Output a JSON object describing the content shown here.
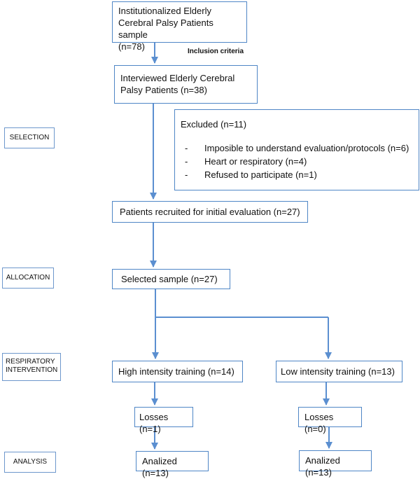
{
  "stages": {
    "selection": "SELECTION",
    "allocation": "ALLOCATION",
    "intervention_line1": "RESPIRATORY",
    "intervention_line2": "INTERVENTION",
    "analysis": "ANALYSIS"
  },
  "note": "Inclusion criteria",
  "boxes": {
    "sample": [
      "Institutionalized Elderly",
      "Cerebral Palsy Patients sample",
      "(n=78)"
    ],
    "interviewed": [
      "Interviewed Elderly Cerebral",
      "Palsy Patients (n=38)"
    ],
    "excluded_title": "Excluded (n=11)",
    "excluded_items": [
      "Imposible to understand evaluation/protocols (n=6)",
      "Heart or respiratory (n=4)",
      "Refused to participate (n=1)"
    ],
    "recruited": "Patients recruited for initial evaluation (n=27)",
    "selected": "Selected sample (n=27)",
    "high": "High intensity training (n=14)",
    "low": "Low intensity training (n=13)",
    "losses_high": "Losses (n=1)",
    "losses_low": "Losses (n=0)",
    "analized_high": "Analized (n=13)",
    "analized_low": "Analized (n=13)"
  },
  "colors": {
    "line": "#5b8fd0",
    "border": "#4f86c6"
  }
}
